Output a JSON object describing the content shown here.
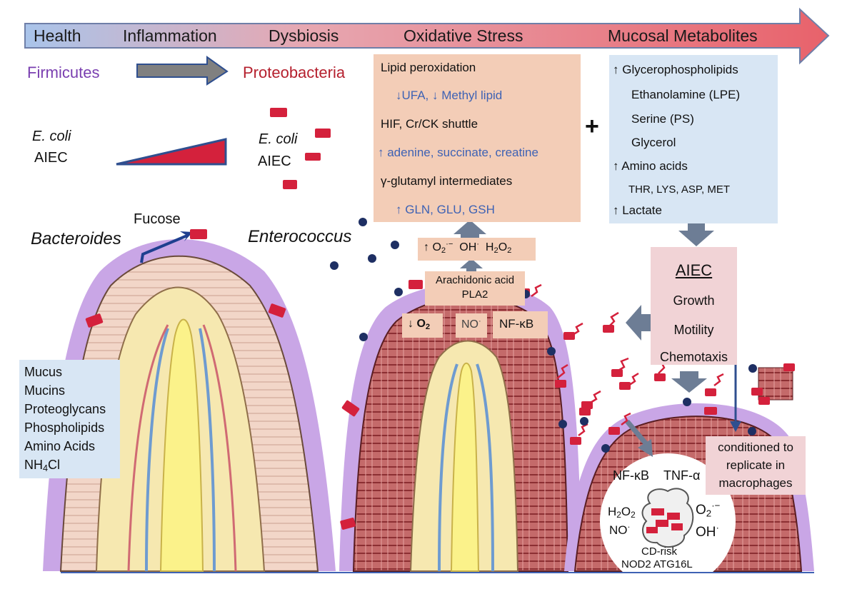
{
  "stages": [
    "Health",
    "Inflammation",
    "Dysbiosis",
    "Oxidative Stress",
    "Mucosal Metabolites"
  ],
  "colors": {
    "arrow_start": "#a9c4ea",
    "arrow_end": "#e8626b",
    "mucus": "#c9a6e6",
    "bacteria": "#d4213c",
    "dot": "#1e2f63"
  },
  "left": {
    "firmicutes": "Firmicutes",
    "ecoli": "E. coli",
    "aiec": "AIEC",
    "bacteroides": "Bacteroides",
    "fucose": "Fucose"
  },
  "mucus_box": [
    "Mucus",
    "Mucins",
    "Proteoglycans",
    "Phospholipids",
    "Amino Acids",
    "NH4Cl"
  ],
  "middle": {
    "proteobacteria": "Proteobacteria",
    "ecoli": "E. coli",
    "aiec": "AIEC",
    "enterococcus": "Enterococcus"
  },
  "ox_box": {
    "l1": "Lipid peroxidation",
    "l2": "↓UFA, ↓ Methyl lipid",
    "l3": "HIF, Cr/CK shuttle",
    "l4": "↑ adenine, succinate, creatine",
    "l5": "γ-glutamyl intermediates",
    "l6": "↑ GLN, GLU, GSH"
  },
  "ros_chip": {
    "arrow": "↑",
    "o2": "O2·−",
    "oh": "OH·",
    "h2o2": "H2O2"
  },
  "arach": {
    "l1": "Arachidonic acid",
    "l2": "PLA2"
  },
  "chips": {
    "o2": "↓ O2",
    "no": "NO·",
    "nfkb": "NF-κB"
  },
  "plus": "+",
  "met_box": {
    "l1": "↑ Glycerophospholipids",
    "l2": "Ethanolamine (LPE)",
    "l3": "Serine (PS)",
    "l4": "Glycerol",
    "l5": "↑ Amino acids",
    "l6": "THR, LYS, ASP, MET",
    "l7": "↑ Lactate"
  },
  "aiec_box": {
    "title": "AIEC",
    "growth": "Growth",
    "motility": "Motility",
    "chemotaxis": "Chemotaxis"
  },
  "cond_box": "conditioned to replicate in macrophages",
  "macro": {
    "nfkb": "NF-κB",
    "tnf": "TNF-α",
    "h2o2": "H2O2",
    "no": "NO·",
    "o2": "O2·−",
    "oh": "OH·",
    "cd": "CD-risk",
    "genes": "NOD2 ATG16L"
  }
}
